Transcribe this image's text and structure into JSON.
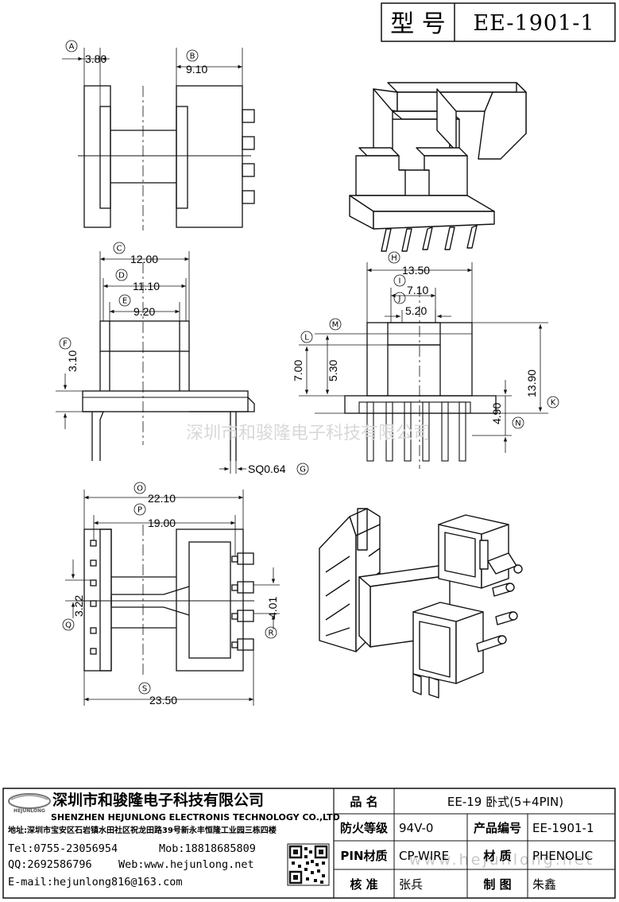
{
  "header": {
    "label": "型 号",
    "model": "EE-1901-1"
  },
  "dims": {
    "A": "A",
    "A_val": "3.80",
    "B": "B",
    "B_val": "9.10",
    "C": "C",
    "C_val": "12.00",
    "D": "D",
    "D_val": "11.10",
    "E": "E",
    "E_val": "9.20",
    "F": "F",
    "F_val": "3.10",
    "G": "G",
    "G_val": "SQ0.64",
    "H": "H",
    "H_val": "13.50",
    "I": "I",
    "I_val": "7.10",
    "J": "J",
    "J_val": "5.20",
    "K": "K",
    "K_val": "13.90",
    "L": "L",
    "L_val": "7.00",
    "M": "M",
    "M_val": "5.30",
    "N": "N",
    "N_val": "4.90",
    "O": "O",
    "O_val": "22.10",
    "P": "P",
    "P_val": "19.00",
    "Q": "Q",
    "Q_val": "3.22",
    "R": "R",
    "R_val": "4.01",
    "S": "S",
    "S_val": "23.50"
  },
  "watermark": {
    "text": "深圳市和骏隆电子科技有限公司",
    "url": "www.hejunlong.net"
  },
  "company": {
    "logo_text": "HEJUNLONG",
    "name_cn": "深圳市和骏隆电子科技有限公司",
    "name_en": "SHENZHEN HEJUNLONG ELECTRONIS TECHNOLOGY CO.,LTD",
    "address": "地址:深圳市宝安区石岩镇水田社区祝龙田路39号新永丰恒隆工业园三栋四楼",
    "tel": "Tel:0755-23056954",
    "mob": "Mob:18818685809",
    "qq": "QQ:2692586796",
    "web": "Web:www.hejunlong.net",
    "email": "E-mail:hejunlong816@163.com"
  },
  "spec": {
    "name_label": "品  名",
    "name_value": "EE-19 卧式(5+4PIN)",
    "fire_label": "防火等级",
    "fire_value": "94V-0",
    "code_label": "产品编号",
    "code_value": "EE-1901-1",
    "pin_label": "PIN材质",
    "pin_value": "CP-WIRE",
    "mat_label": "材  质",
    "mat_value": "PHENOLIC",
    "review_label": "核  准",
    "review_value": "张兵",
    "draw_label": "制  图",
    "draw_value": "朱鑫"
  }
}
